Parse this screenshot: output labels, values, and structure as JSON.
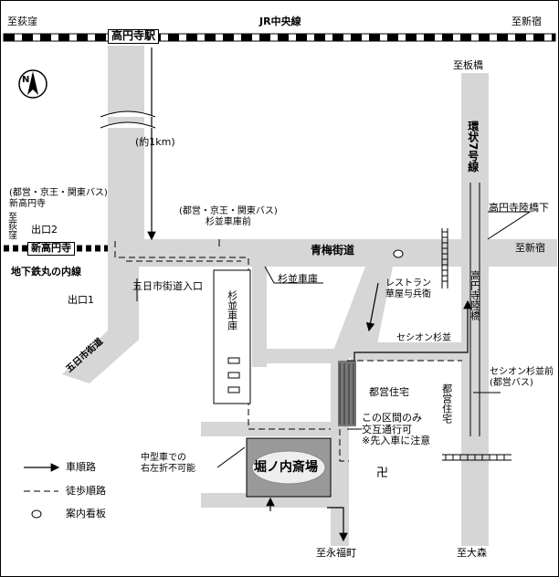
{
  "rail": {
    "name": "JR中央線",
    "station": "高円寺駅",
    "west": "至荻窪",
    "east": "至新宿"
  },
  "subway": {
    "name": "地下鉄丸の内線",
    "station": "新高円寺",
    "exit2": "出口2",
    "exit1": "出口1",
    "west": "至荻窪"
  },
  "distance": "(約1km)",
  "roads": {
    "oume": "青梅街道",
    "kanjo7": "環状7号線",
    "itsukaichi": "五日市街道",
    "bridge": "高円寺陸橋"
  },
  "bus_stops": {
    "shin_koenji": "(都営・京王・関東バス)\n新高円寺",
    "shako_mae": "(都営・京王・関東バス)\n杉並車庫前",
    "itsukaichi_iriguchi": "五日市街道入口",
    "rikkyo_shita": "高円寺陸橋下",
    "seison_mae": "セシオン杉並前\n(都営バス)"
  },
  "places": {
    "suginami_depot": "杉並車庫",
    "depot_label": "杉並車庫",
    "restaurant": "レストラン\n華屋与兵衛",
    "seison": "セシオン杉並",
    "housing_left": "都営住宅",
    "housing_right": "都営住宅",
    "hall": "堀ノ内斎場"
  },
  "notes": {
    "alternate": "この区間のみ\n交互通行可\n※先入車に注意",
    "midsize": "中型車での\n右左折不可能"
  },
  "destinations": {
    "itabashi": "至板橋",
    "shinjuku": "至新宿",
    "eifukucho": "至永福町",
    "omori": "至大森"
  },
  "legend": {
    "car": "車順路",
    "walk": "徒歩順路",
    "board": "案内看板"
  },
  "compass": "N",
  "symbol": "卍",
  "colors": {
    "road": "#d6d6d6",
    "road_dark": "#bdbdbd",
    "ink": "#000000"
  }
}
